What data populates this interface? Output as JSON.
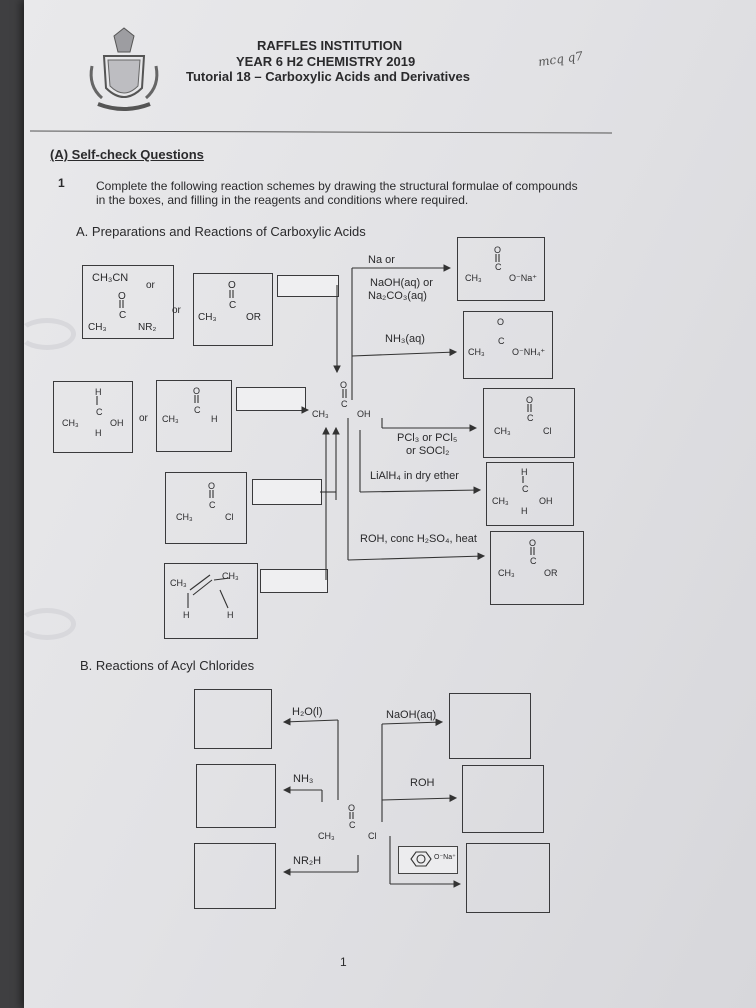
{
  "header": {
    "school": "RAFFLES INSTITUTION",
    "course": "YEAR 6 H2 CHEMISTRY 2019",
    "tutorial": "Tutorial 18 – Carboxylic Acids and Derivatives",
    "handwritten_note": "mcq q7"
  },
  "section_a": {
    "heading": "(A) Self-check Questions",
    "q_number": "1",
    "q_text_1": "Complete the following reaction schemes by drawing the structural formulae of compounds",
    "q_text_2": "in the boxes, and filling in the reagents and conditions where required."
  },
  "part_a": {
    "title": "A.  Preparations and Reactions of Carboxylic Acids",
    "na_or": "Na or",
    "naoh_line": "NaOH(aq) or",
    "na2co3_line": "Na₂CO₃(aq)",
    "nh3": "NH₃(aq)",
    "pcl_line": "PCl₃ or PCl₅",
    "socl2_line": "or SOCl₂",
    "lialh4": "LiAlH₄ in dry ether",
    "roh_acid": "ROH, conc H₂SO₄, heat",
    "ch3cn": "CH₃CN",
    "or": "or",
    "ch3": "CH₃",
    "nr2": "NR₂",
    "or_label": "OR",
    "h": "H",
    "oh": "OH",
    "cl": "Cl",
    "o": "O",
    "c": "C",
    "ona": "O⁻Na⁺",
    "onh4": "O⁻NH₄⁺"
  },
  "part_b": {
    "title": "B.  Reactions of Acyl Chlorides",
    "h2o": "H₂O(l)",
    "naoh": "NaOH(aq)",
    "nh3": "NH₃",
    "roh": "ROH",
    "nr2h": "NR₂H",
    "phenoxide": "O⁻Na⁺"
  },
  "page_number": "1"
}
